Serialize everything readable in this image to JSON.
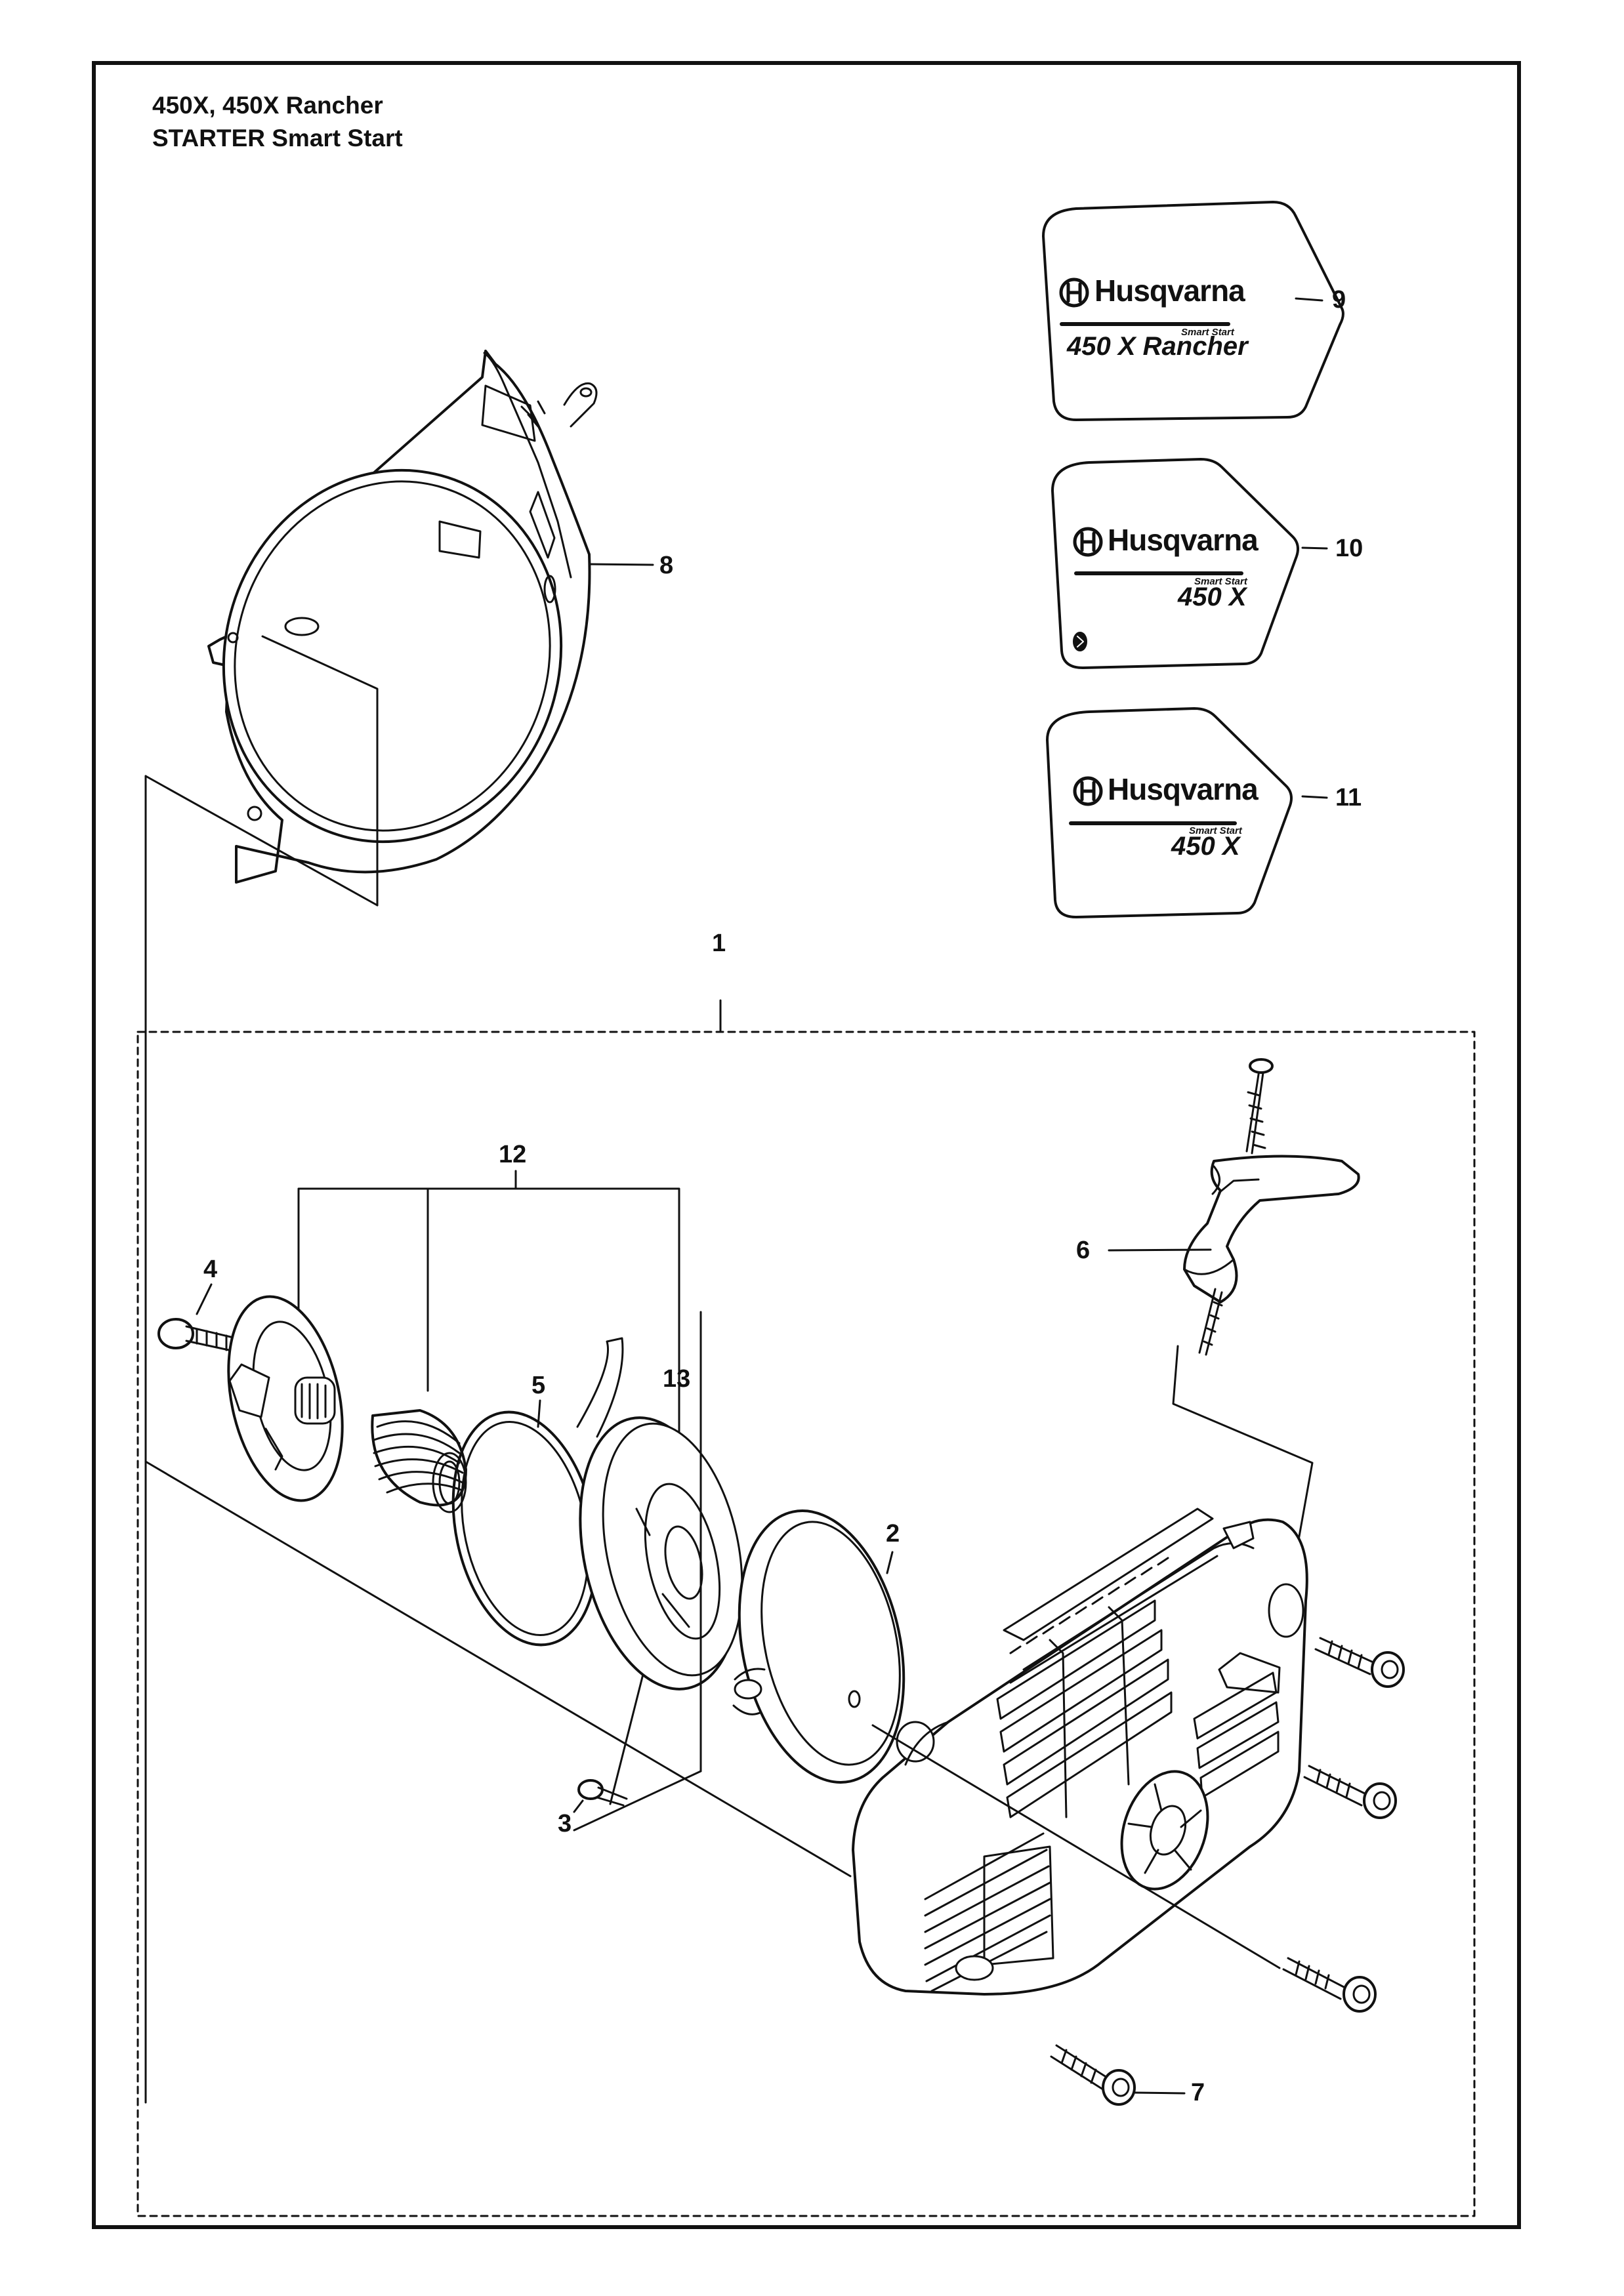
{
  "header": {
    "title_line1": "450X, 450X Rancher",
    "title_line2": "STARTER Smart Start"
  },
  "decals": [
    {
      "brand": "Husqvarna",
      "tagline": "Smart Start",
      "model": "450 X Rancher"
    },
    {
      "brand": "Husqvarna",
      "tagline": "Smart Start",
      "model": "450 X"
    },
    {
      "brand": "Husqvarna",
      "tagline": "Smart Start",
      "model": "450 X"
    }
  ],
  "callouts": {
    "c1": "1",
    "c2": "2",
    "c3": "3",
    "c4": "4",
    "c5": "5",
    "c6": "6",
    "c7": "7",
    "c8": "8",
    "c9": "9",
    "c10": "10",
    "c11": "11",
    "c12": "12",
    "c13": "13"
  },
  "icons": [
    "husqvarna-crown-logo-icon",
    "bluetooth-icon"
  ]
}
